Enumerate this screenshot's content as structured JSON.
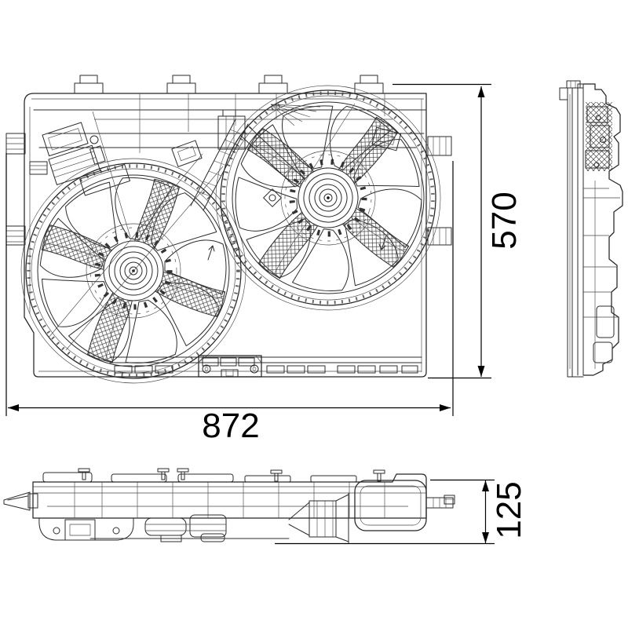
{
  "drawing": {
    "kind": "technical-drawing",
    "subject": "dual-radiator-fan-assembly",
    "background": "#ffffff",
    "line_color": "#2b2b2b",
    "dimension_color": "#000000",
    "dimensions": {
      "width": {
        "value": "872"
      },
      "height": {
        "value": "570"
      },
      "depth": {
        "value": "125"
      }
    }
  }
}
